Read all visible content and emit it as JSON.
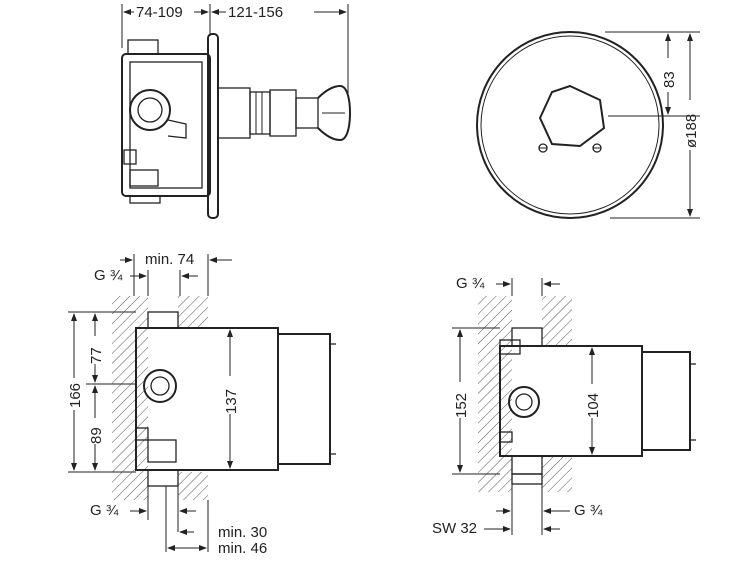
{
  "labels": {
    "top_left_dim_1": "74-109",
    "top_left_dim_2": "121-156",
    "front_dim_83": "83",
    "front_dim_188": "ø188",
    "bl_min74": "min. 74",
    "bl_g34_top": "G ¾",
    "bl_166": "166",
    "bl_77": "77",
    "bl_89": "89",
    "bl_137": "137",
    "bl_g34_bottom": "G ¾",
    "bl_min30": "min. 30",
    "bl_min46": "min. 46",
    "br_g34_top": "G ¾",
    "br_152": "152",
    "br_104": "104",
    "br_g34_bottom": "G ¾",
    "br_sw32": "SW 32"
  }
}
